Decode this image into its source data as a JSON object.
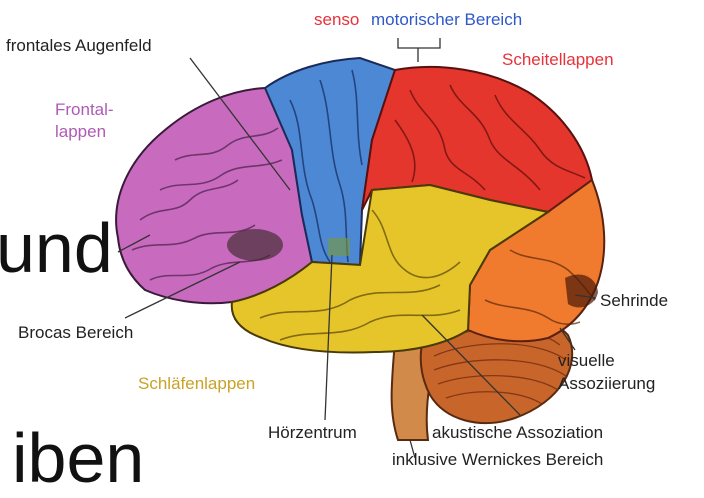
{
  "labels": {
    "senso": "senso",
    "motorischer": "motorischer Bereich",
    "frontales_augenfeld": "frontales Augenfeld",
    "scheitellappen": "Scheitellappen",
    "frontal_1": "Frontal-",
    "frontal_2": "lappen",
    "sehrinde": "Sehrinde",
    "brocas": "Brocas Bereich",
    "visuelle_1": "visuelle",
    "visuelle_2": "Assoziierung",
    "schlaefenlappen": "Schläfenlappen",
    "hoerzentrum": "Hörzentrum",
    "akustische_1": "akustische Assoziation",
    "akustische_2": "inklusive Wernickes Bereich"
  },
  "background_text": {
    "fragment_1": "und",
    "fragment_2": "iben"
  },
  "colors": {
    "senso": "#e8323a",
    "motorischer": "#2f58c8",
    "scheitellappen": "#e8323a",
    "frontallappen": "#b05ab8",
    "schlaefenlappen": "#c9a227",
    "frontal_lobe_fill": "#c86bbf",
    "motor_fill": "#4c88d4",
    "parietal_fill": "#e4362c",
    "occipital_fill": "#f07a2e",
    "temporal_fill": "#e6c52a",
    "cerebellum_fill": "#c8652a",
    "stem_fill": "#d28a4a"
  }
}
